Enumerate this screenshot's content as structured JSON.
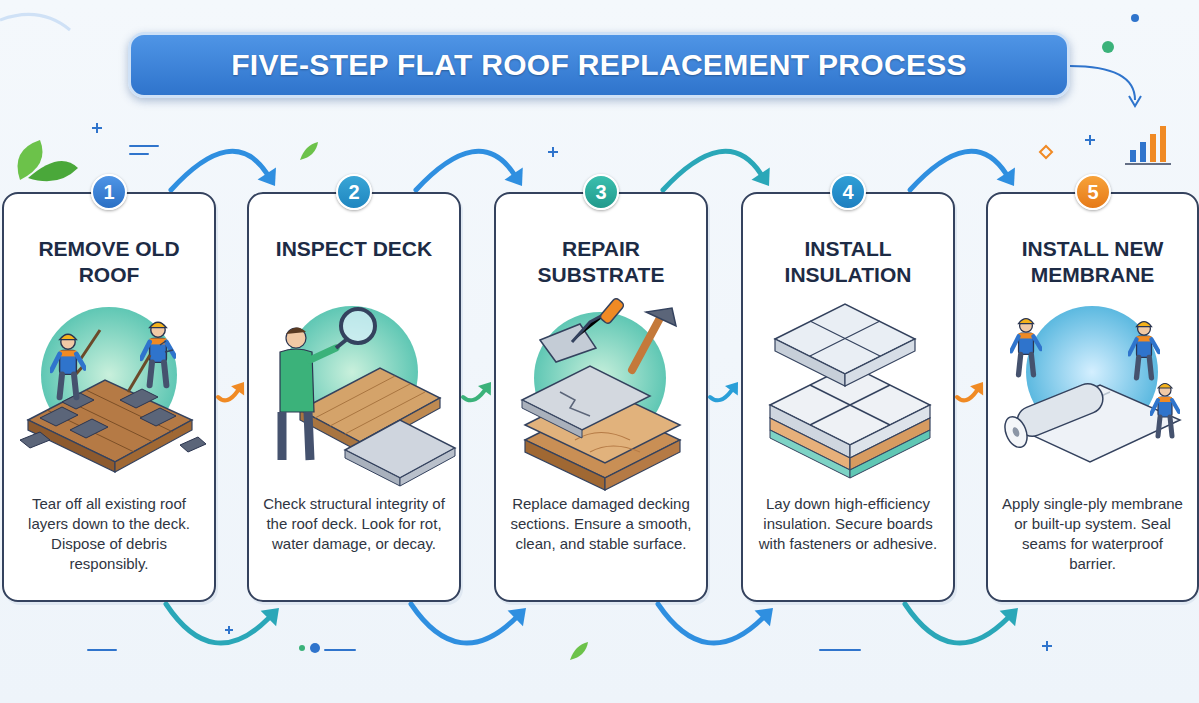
{
  "diagram": {
    "title": "FIVE-STEP FLAT ROOF REPLACEMENT PROCESS",
    "nodes": [
      {
        "text": [
          "REMOVE OLD ROOF",
          "Tear off all existing roof layers down to the deck. Dispose of debris responsibly."
        ]
      },
      {
        "text": [
          "1"
        ],
        "in": 0
      },
      {
        "text": [
          "INSPECT DECK",
          "Check structural integrity of the roof deck. Look for rot, water damage, or decay."
        ]
      },
      {
        "text": [
          "2"
        ],
        "in": 2
      },
      {
        "text": [
          "REPAIR SUBSTRATE",
          "Replace damaged decking sections. Ensure a smooth, clean, and stable surface."
        ]
      },
      {
        "text": [
          "3"
        ],
        "in": 4
      },
      {
        "text": [
          "INSTALL INSULATION",
          "Lay down high-efficiency insulation. Secure boards with fasteners or adhesive."
        ]
      },
      {
        "text": [
          "4"
        ],
        "in": 6
      },
      {
        "text": [
          "INSTALL NEW MEMBRANE",
          "Apply single-ply membrane or built-up system. Seal seams for waterproof barrier."
        ]
      },
      {
        "text": [
          "5"
        ],
        "in": 8
      }
    ],
    "edges": [
      {
        "from": 0,
        "to": 2,
        "arrow": "to"
      },
      {
        "from": 0,
        "to": 2,
        "arrow": "to"
      },
      {
        "from": 0,
        "to": 2,
        "arrow": "to"
      },
      {
        "from": 2,
        "to": 4,
        "arrow": "to"
      },
      {
        "from": 2,
        "to": 4,
        "arrow": "to"
      },
      {
        "from": 2,
        "to": 4,
        "arrow": "to"
      },
      {
        "from": 4,
        "to": 6,
        "arrow": "to"
      },
      {
        "from": 4,
        "to": 6,
        "arrow": "to"
      },
      {
        "from": 4,
        "to": 6,
        "arrow": "to"
      },
      {
        "from": 6,
        "to": 8,
        "arrow": "to"
      },
      {
        "from": 6,
        "to": 8,
        "arrow": "to"
      },
      {
        "from": 6,
        "to": 8,
        "arrow": "to"
      }
    ]
  }
}
